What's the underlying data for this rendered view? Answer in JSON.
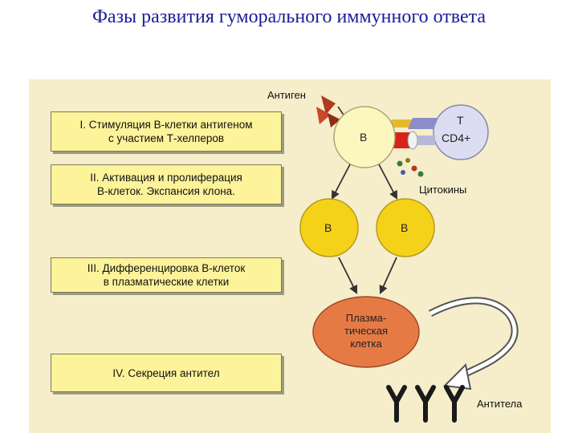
{
  "title": "Фазы развития гуморального иммунного ответа",
  "stages": [
    {
      "line1": "I. Стимуляция В-клетки антигеном",
      "line2": "с участием Т-хелперов"
    },
    {
      "line1": "II. Активация и пролиферация",
      "line2": "В-клеток. Экспансия клона."
    },
    {
      "line1": "III. Дифференцировка В-клеток",
      "line2": "в плазматические клетки"
    },
    {
      "line1": "IV. Секреция антител",
      "line2": ""
    }
  ],
  "labels": {
    "antigen": "Антиген",
    "b_cell": "B",
    "t_cell": "T",
    "cd4": "CD4+",
    "cytokines": "Цитокины",
    "plasma_line1": "Плазма-",
    "plasma_line2": "тическая",
    "plasma_line3": "клетка",
    "antibodies": "Антитела"
  },
  "colors": {
    "title": "#1c1c9a",
    "background": "#f6eecb",
    "stage_box": "#fdf39a",
    "b_cell_resting": "#fbf7bf",
    "b_cell_active": "#f5d21a",
    "t_cell": "#dcdcf2",
    "plasma_cell": "#e67a45",
    "antigen": "#b03a1e",
    "receptor_red": "#d8231b",
    "antibody": "#1a1a1a"
  },
  "icons": {
    "antibody": "y-shaped-antibody-icon",
    "antigen": "antigen-wedge-icon",
    "cytokine": "cytokine-dot-icon"
  }
}
